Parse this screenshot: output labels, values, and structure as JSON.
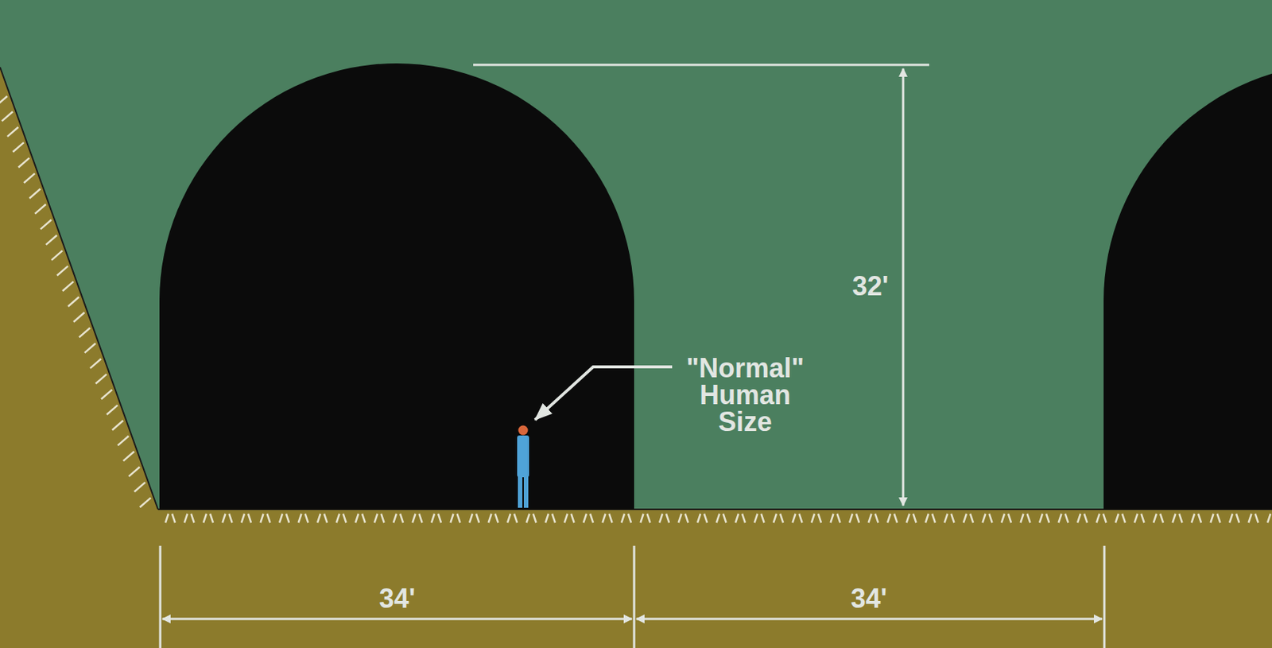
{
  "diagram": {
    "labels": [
      "32'",
      "\"Normal\" Human Size",
      "34'",
      "34'"
    ]
  }
}
